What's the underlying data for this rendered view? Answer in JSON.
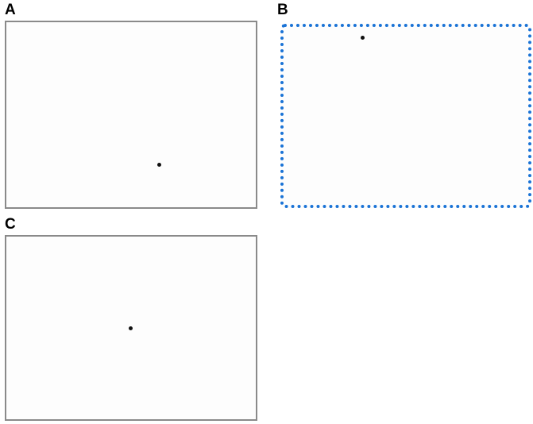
{
  "panels": [
    {
      "label": "A",
      "selected": false
    },
    {
      "label": "B",
      "selected": true,
      "selection_color": "#1a73d6"
    },
    {
      "label": "C",
      "selected": false
    }
  ],
  "dot_icon": "dot-icon"
}
